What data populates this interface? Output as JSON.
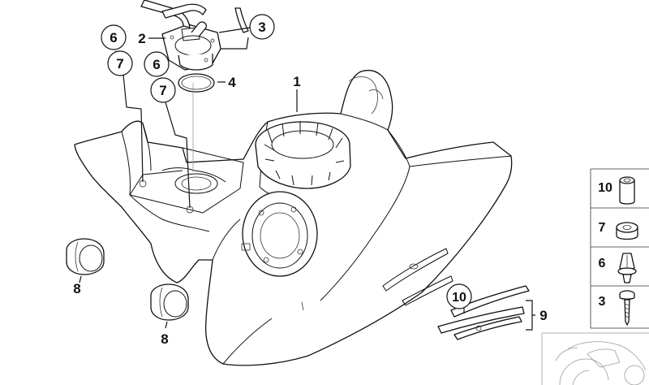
{
  "callouts": {
    "c1": "1",
    "c2": "2",
    "c3": "3",
    "c4": "4",
    "c6a": "6",
    "c6b": "6",
    "c7a": "7",
    "c7b": "7",
    "c8a": "8",
    "c8b": "8",
    "c9": "9",
    "c10": "10"
  },
  "legend": {
    "items": [
      {
        "label": "10",
        "icon": "spacer-sleeve-icon"
      },
      {
        "label": "7",
        "icon": "washer-icon"
      },
      {
        "label": "6",
        "icon": "expanding-rivet-icon"
      },
      {
        "label": "3",
        "icon": "screw-icon"
      }
    ]
  }
}
